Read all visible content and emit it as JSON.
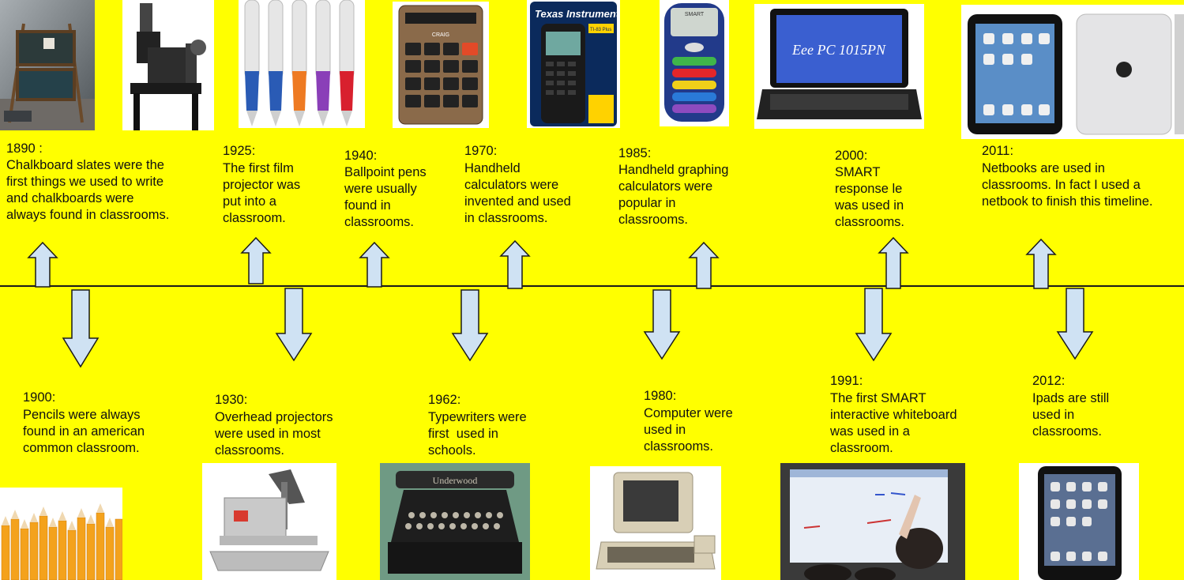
{
  "events_top": [
    {
      "year": "1890 :",
      "text": "Chalkboard slates were the\nfirst things we used to write\nand chalkboards were\nalways found in classrooms.",
      "image": "chalkboard-image"
    },
    {
      "year": "1925:",
      "text": "The first film\nprojector was\nput into a\nclassroom.",
      "image": "film-projector-image"
    },
    {
      "year": "1940:",
      "text": "Ballpoint pens\nwere usually\nfound in\nclassrooms.",
      "image": "ballpoint-pens-image"
    },
    {
      "year": "1970:",
      "text": "Handheld\ncalculators were\ninvented and used\nin classrooms.",
      "image": "calculator-image"
    },
    {
      "year": "1985:",
      "text": "Handheld graphing\ncalculators were\npopular in\nclassrooms.",
      "image": "graphing-calculator-image"
    },
    {
      "year": "2000:",
      "text": "SMART\nresponse le\nwas used in\nclassrooms.",
      "image": "smart-response-image"
    },
    {
      "year": "2011:",
      "text": "Netbooks are used in\nclassrooms. In fact I used a\nnetbook to finish this timeline.",
      "image": "netbook-image"
    }
  ],
  "events_bottom": [
    {
      "year": "1900:",
      "text": "Pencils were always\nfound in an american\ncommon classroom.",
      "image": "pencils-image"
    },
    {
      "year": "1930:",
      "text": "Overhead projectors\nwere used in most\nclassrooms.",
      "image": "overhead-projector-image"
    },
    {
      "year": "1962:",
      "text": "Typewriters were\nfirst  used in\nschools.",
      "image": "typewriter-image"
    },
    {
      "year": "1980:",
      "text": "Computer were\nused in\nclassrooms.",
      "image": "computer-image"
    },
    {
      "year": "1991:",
      "text": "The first SMART\ninteractive whiteboard\nwas used in a\nclassroom.",
      "image": "smartboard-image"
    },
    {
      "year": "2012:",
      "text": "Ipads are still\nused in\nclassrooms.",
      "image": "ipad-image"
    }
  ],
  "image_labels": {
    "calculator_brand": "CRAIG",
    "ti_brand": "Texas Instruments",
    "ti_model": "TI-83 Plus",
    "smart_brand": "SMART",
    "netbook_model": "Eee PC 1015PN",
    "typewriter_brand": "Underwood"
  },
  "colors": {
    "background": "#ffff00",
    "arrow_fill": "#cfe2f3",
    "arrow_stroke": "#1a1a1a",
    "timeline": "#1a1a1a"
  }
}
